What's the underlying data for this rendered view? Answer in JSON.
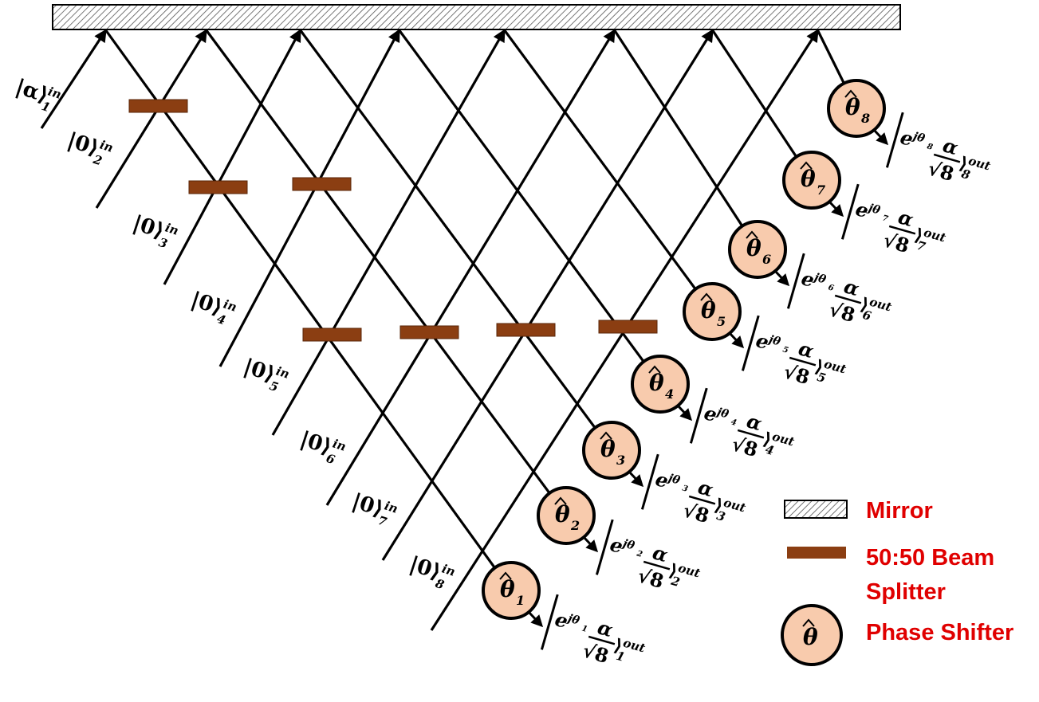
{
  "diagram": {
    "inputs": [
      {
        "ket": "α",
        "sub": "1",
        "sup": "in"
      },
      {
        "ket": "0",
        "sub": "2",
        "sup": "in"
      },
      {
        "ket": "0",
        "sub": "3",
        "sup": "in"
      },
      {
        "ket": "0",
        "sub": "4",
        "sup": "in"
      },
      {
        "ket": "0",
        "sub": "5",
        "sup": "in"
      },
      {
        "ket": "0",
        "sub": "6",
        "sup": "in"
      },
      {
        "ket": "0",
        "sub": "7",
        "sup": "in"
      },
      {
        "ket": "0",
        "sub": "8",
        "sup": "in"
      }
    ],
    "phase_shifters": [
      {
        "symbol": "θ",
        "sub": "1"
      },
      {
        "symbol": "θ",
        "sub": "2"
      },
      {
        "symbol": "θ",
        "sub": "3"
      },
      {
        "symbol": "θ",
        "sub": "4"
      },
      {
        "symbol": "θ",
        "sub": "5"
      },
      {
        "symbol": "θ",
        "sub": "6"
      },
      {
        "symbol": "θ",
        "sub": "7"
      },
      {
        "symbol": "θ",
        "sub": "8"
      }
    ],
    "outputs": [
      {
        "exp": "jθ",
        "idx": "1",
        "numer": "α",
        "denom": "√8",
        "sup": "out"
      },
      {
        "exp": "jθ",
        "idx": "2",
        "numer": "α",
        "denom": "√8",
        "sup": "out"
      },
      {
        "exp": "jθ",
        "idx": "3",
        "numer": "α",
        "denom": "√8",
        "sup": "out"
      },
      {
        "exp": "jθ",
        "idx": "4",
        "numer": "α",
        "denom": "√8",
        "sup": "out"
      },
      {
        "exp": "jθ",
        "idx": "5",
        "numer": "α",
        "denom": "√8",
        "sup": "out"
      },
      {
        "exp": "jθ",
        "idx": "6",
        "numer": "α",
        "denom": "√8",
        "sup": "out"
      },
      {
        "exp": "jθ",
        "idx": "7",
        "numer": "α",
        "denom": "√8",
        "sup": "out"
      },
      {
        "exp": "jθ",
        "idx": "8",
        "numer": "α",
        "denom": "√8",
        "sup": "out"
      }
    ],
    "colors": {
      "beam_splitter": "#8b3e12",
      "phase_shifter_fill": "#f8cbad",
      "legend_text": "#e00000",
      "line": "#000000"
    }
  },
  "legend": {
    "mirror": "Mirror",
    "splitter_line1": "50:50 Beam",
    "splitter_line2": "Splitter",
    "phase": "Phase Shifter",
    "phase_symbol": "θ"
  }
}
